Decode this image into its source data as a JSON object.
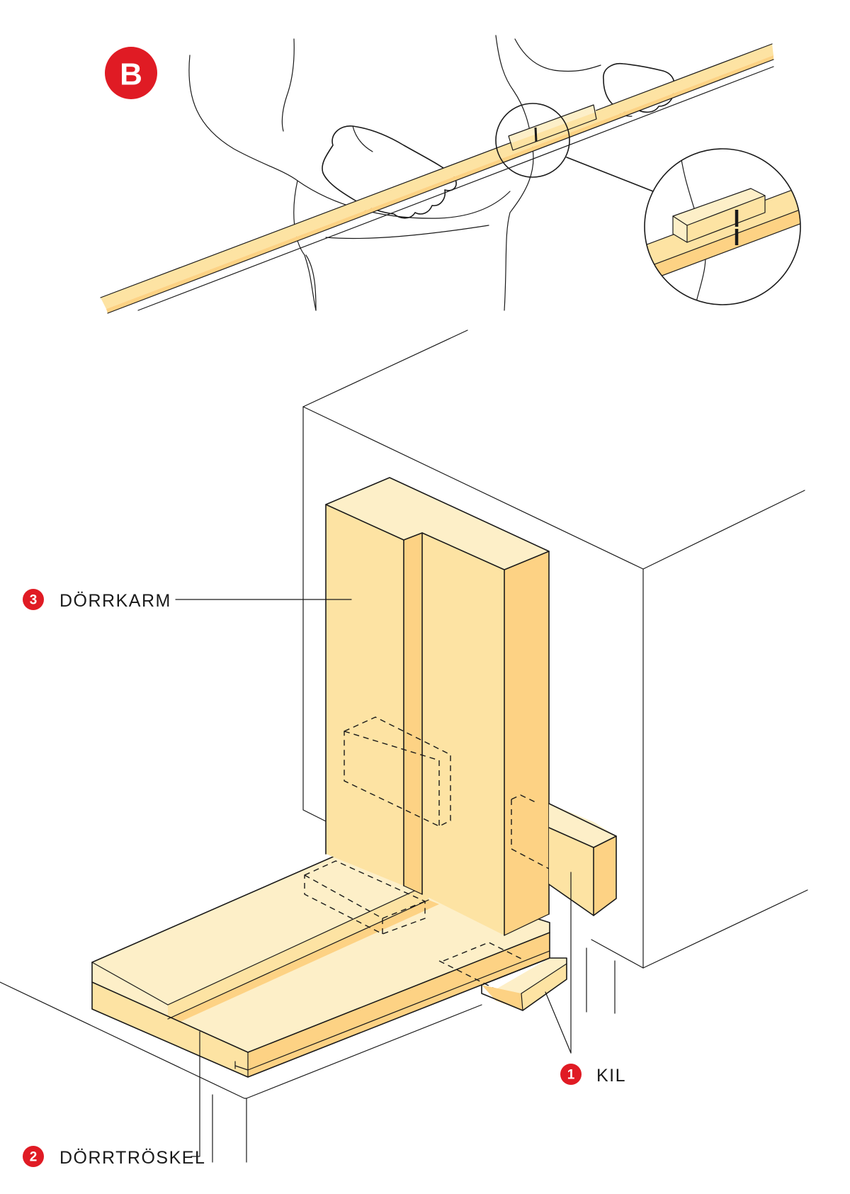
{
  "figure": {
    "step_badge": "B"
  },
  "callouts": [
    {
      "number": "1",
      "label": "KIL"
    },
    {
      "number": "2",
      "label": "DÖRRTRÖSKEL"
    },
    {
      "number": "3",
      "label": "DÖRRKARM"
    }
  ],
  "colors": {
    "accent_red": "#e01b24",
    "wood_light": "#fdefc8",
    "wood_mid": "#fde3a3",
    "wood_dark": "#fdd284",
    "line": "#1a1a1a"
  }
}
